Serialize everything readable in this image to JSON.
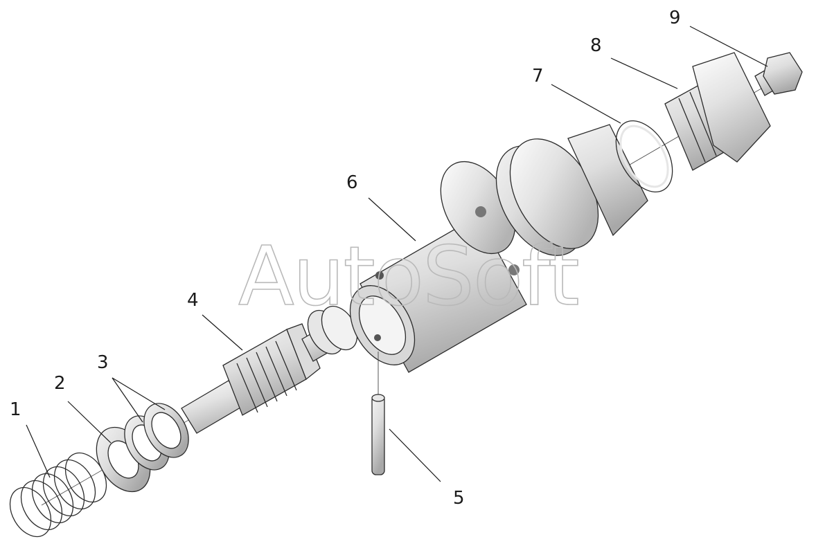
{
  "watermark": "AutoSoft",
  "colors": {
    "metal_light": "#ececec",
    "metal_mid": "#cfcfcf",
    "metal_dark": "#9a9a9a",
    "edge": "#2b2b2b",
    "callout": "#1a1a1a"
  },
  "callouts": [
    {
      "id": "1",
      "text": "1",
      "part": "spring"
    },
    {
      "id": "2",
      "text": "2",
      "part": "washer"
    },
    {
      "id": "3",
      "text": "3",
      "part": "shims"
    },
    {
      "id": "4",
      "text": "4",
      "part": "valve-stem"
    },
    {
      "id": "5",
      "text": "5",
      "part": "pin"
    },
    {
      "id": "6",
      "text": "6",
      "part": "valve-body"
    },
    {
      "id": "7",
      "text": "7",
      "part": "retaining-ring"
    },
    {
      "id": "8",
      "text": "8",
      "part": "threaded-plug"
    },
    {
      "id": "9",
      "text": "9",
      "part": "adjusting-screw"
    }
  ]
}
